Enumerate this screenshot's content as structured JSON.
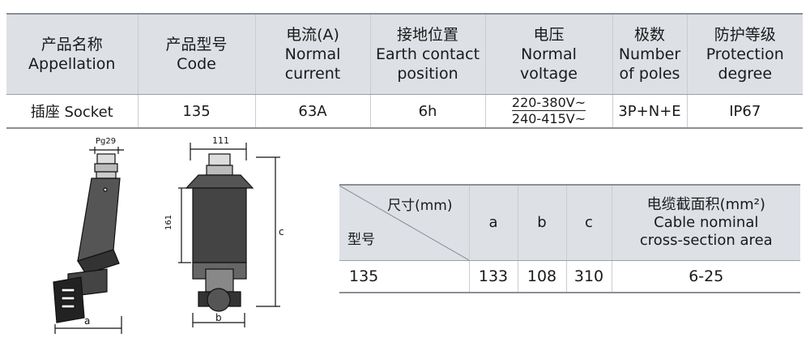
{
  "spec_table": {
    "headers": [
      {
        "zh": "产品名称",
        "en1": "Appellation",
        "en2": ""
      },
      {
        "zh": "产品型号",
        "en1": "Code",
        "en2": ""
      },
      {
        "zh": "电流(A)",
        "en1": "Normal",
        "en2": "current"
      },
      {
        "zh": "接地位置",
        "en1": "Earth contact",
        "en2": "position"
      },
      {
        "zh": "电压",
        "en1": "Normal",
        "en2": "voltage"
      },
      {
        "zh": "极数",
        "en1": "Number",
        "en2": "of poles"
      },
      {
        "zh": "防护等级",
        "en1": "Protection",
        "en2": "degree"
      }
    ],
    "row": {
      "appellation": "插座 Socket",
      "code": "135",
      "current": "63A",
      "earth_position": "6h",
      "voltage_1": "220-380V~",
      "voltage_2": "240-415V~",
      "poles": "3P+N+E",
      "protection": "IP67"
    }
  },
  "dimension_table": {
    "header_size": "尺寸(mm)",
    "header_model": "型号",
    "col_a": "a",
    "col_b": "b",
    "col_c": "c",
    "cable_zh": "电缆截面积(mm²)",
    "cable_en1": "Cable nominal",
    "cable_en2": "cross-section area",
    "row": {
      "model": "135",
      "a": "133",
      "b": "108",
      "c": "310",
      "cable": "6-25"
    }
  },
  "drawing": {
    "side_label_gland": "Pg29",
    "side_label_a": "a",
    "front_label_top": "111",
    "front_label_height": "161",
    "front_label_c": "c",
    "front_label_b": "b"
  }
}
